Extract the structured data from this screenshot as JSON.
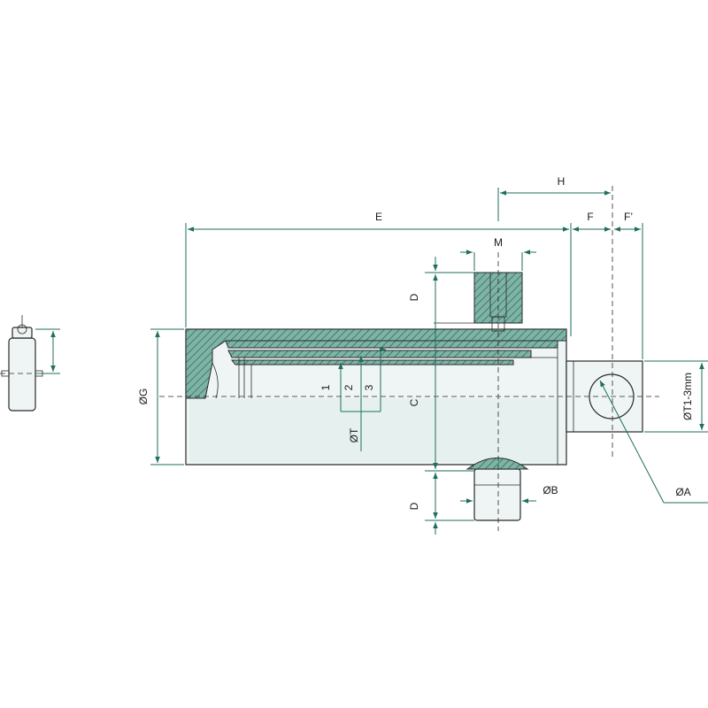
{
  "labels": {
    "E": "E",
    "H": "H",
    "F": "F",
    "F_prime": "F’",
    "M": "M",
    "D_top": "D",
    "D_bottom": "D",
    "G": "ØG",
    "C": "C",
    "T": "ØT",
    "A": "ØA",
    "B": "ØB",
    "T1": "ØT1-3mm",
    "stage1": "1",
    "stage2": "2",
    "stage3": "3"
  },
  "colors": {
    "dimension": "#1f6e5e",
    "hatch": "#4a8f80",
    "body_fill": "#eef5f4"
  }
}
